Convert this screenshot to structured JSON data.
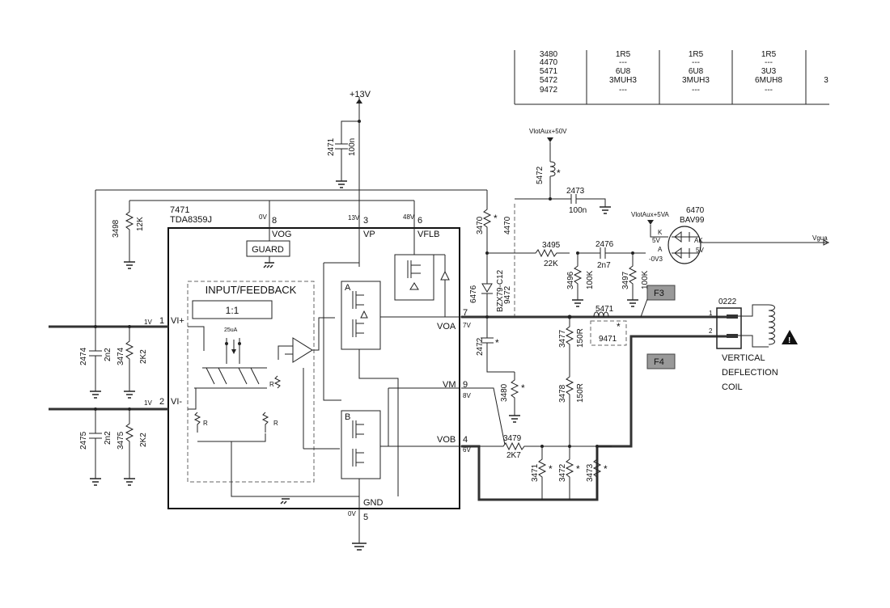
{
  "table": {
    "rows": [
      {
        "ref": "3480",
        "c1": "1R5",
        "c2": "1R5",
        "c3": "1R5"
      },
      {
        "ref": "4470",
        "c1": "---",
        "c2": "---",
        "c3": "---"
      },
      {
        "ref": "5471",
        "c1": "6U8",
        "c2": "6U8",
        "c3": "3U3"
      },
      {
        "ref": "5472",
        "c1": "3MUH3",
        "c2": "3MUH3",
        "c3": "6MUH8",
        "c4": "3"
      },
      {
        "ref": "9472",
        "c1": "---",
        "c2": "---",
        "c3": "---"
      }
    ]
  },
  "ic": {
    "ref": "7471",
    "part": "TDA8359J",
    "pins": {
      "vog": {
        "volt": "0V",
        "num": "8",
        "name": "VOG"
      },
      "vp": {
        "volt": "13V",
        "num": "3",
        "name": "VP"
      },
      "vflb": {
        "volt": "48V",
        "num": "6",
        "name": "VFLB"
      },
      "voa": {
        "num": "7",
        "name": "VOA",
        "volt": "7V"
      },
      "vm": {
        "num": "9",
        "name": "VM",
        "volt": "8V"
      },
      "vob": {
        "num": "4",
        "name": "VOB",
        "volt": "6V"
      },
      "gnd": {
        "num": "5",
        "name": "GND",
        "volt": "0V"
      },
      "viplus": {
        "num": "1",
        "name": "VI+",
        "volt": "1V"
      },
      "viminus": {
        "num": "2",
        "name": "VI-",
        "volt": "1V"
      }
    },
    "guard": "GUARD",
    "input_block": "INPUT/FEEDBACK",
    "ratio": "1:1",
    "current": "25uA",
    "resistor_r": "R",
    "stage_a": "A",
    "stage_b": "B"
  },
  "supply": {
    "vp": "+13V",
    "vlot50": "VlotAux+50V",
    "vlot5": "VlotAux+5VA"
  },
  "components": {
    "c2471": {
      "ref": "2471",
      "val": "100n"
    },
    "c2473": {
      "ref": "2473",
      "val": "100n"
    },
    "c2474": {
      "ref": "2474",
      "val": "2n2"
    },
    "c2475": {
      "ref": "2475",
      "val": "2n2"
    },
    "c2476": {
      "ref": "2476",
      "val": "2n7"
    },
    "c2472": {
      "ref": "2472",
      "star": "*"
    },
    "r3498": {
      "ref": "3498",
      "val": "12K"
    },
    "r3474": {
      "ref": "3474",
      "val": "2K2"
    },
    "r3475": {
      "ref": "3475",
      "val": "2K2"
    },
    "r3470": {
      "ref": "3470",
      "star": "*"
    },
    "r4470": {
      "ref": "4470"
    },
    "r3495": {
      "ref": "3495",
      "val": "22K"
    },
    "r3496": {
      "ref": "3496",
      "val": "100K"
    },
    "r3497": {
      "ref": "3497",
      "val": "100K"
    },
    "r3477": {
      "ref": "3477",
      "val": "150R"
    },
    "r3478": {
      "ref": "3478",
      "val": "150R"
    },
    "r3480": {
      "ref": "3480",
      "star": "*"
    },
    "r3479": {
      "ref": "3479",
      "val": "2K7"
    },
    "r3471": {
      "ref": "3471",
      "star": "*"
    },
    "r3472": {
      "ref": "3472",
      "star": "*"
    },
    "r3473": {
      "ref": "3473",
      "star": "*"
    },
    "l5472": {
      "ref": "5472",
      "star": "*"
    },
    "l5471": {
      "ref": "5471",
      "star": "*"
    },
    "l9471": {
      "ref": "9471"
    },
    "z6476": {
      "ref": "6476",
      "val": "BZX79-C12"
    },
    "x9472": {
      "ref": "9472"
    },
    "d6470": {
      "ref": "6470",
      "val": "BAV99",
      "k": "K",
      "a": "A",
      "ak": "AK",
      "v5a": "5V",
      "v5b": "5V",
      "vneg": "-0V3"
    },
    "connector": {
      "ref": "0222",
      "p1": "1",
      "p2": "2"
    }
  },
  "labels": {
    "f3": "F3",
    "f4": "F4",
    "coil": [
      "VERTICAL",
      "DEFLECTION",
      "COIL"
    ],
    "vguard": "Vgua",
    "warning": "!"
  }
}
